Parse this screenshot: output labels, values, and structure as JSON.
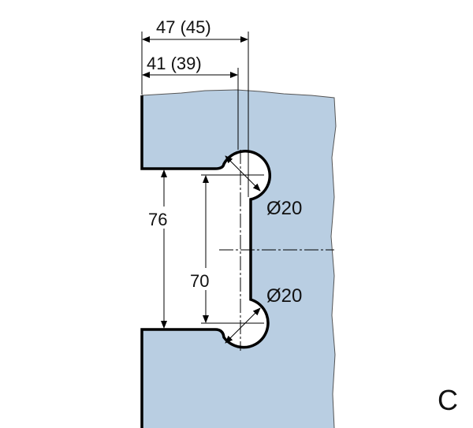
{
  "dimensions": {
    "overall_width": "47 (45)",
    "inner_width": "41 (39)",
    "outer_gap": "76",
    "inner_gap": "70",
    "diameter_top": "Ø20",
    "diameter_bottom": "Ø20"
  },
  "variant_label": "C",
  "colors": {
    "glass": "#b9cee2",
    "outline": "#000000"
  }
}
